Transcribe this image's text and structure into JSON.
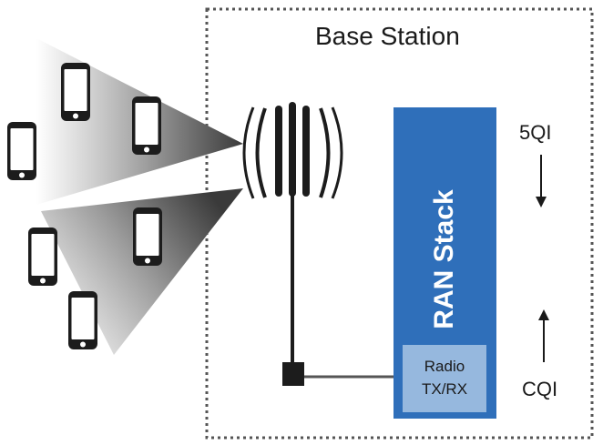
{
  "base_station": {
    "title": "Base Station",
    "border_color": "#555555"
  },
  "ran_stack": {
    "label": "RAN Stack",
    "color": "#2f6fba"
  },
  "radio": {
    "line1": "Radio",
    "line2": "TX/RX",
    "color": "#96b8de"
  },
  "signals": {
    "downlink": "5QI",
    "uplink": "CQI"
  },
  "icons": {
    "device": "smartphone-icon",
    "antenna": "antenna-icon",
    "down_arrow": "arrow-down-icon",
    "up_arrow": "arrow-up-icon"
  }
}
